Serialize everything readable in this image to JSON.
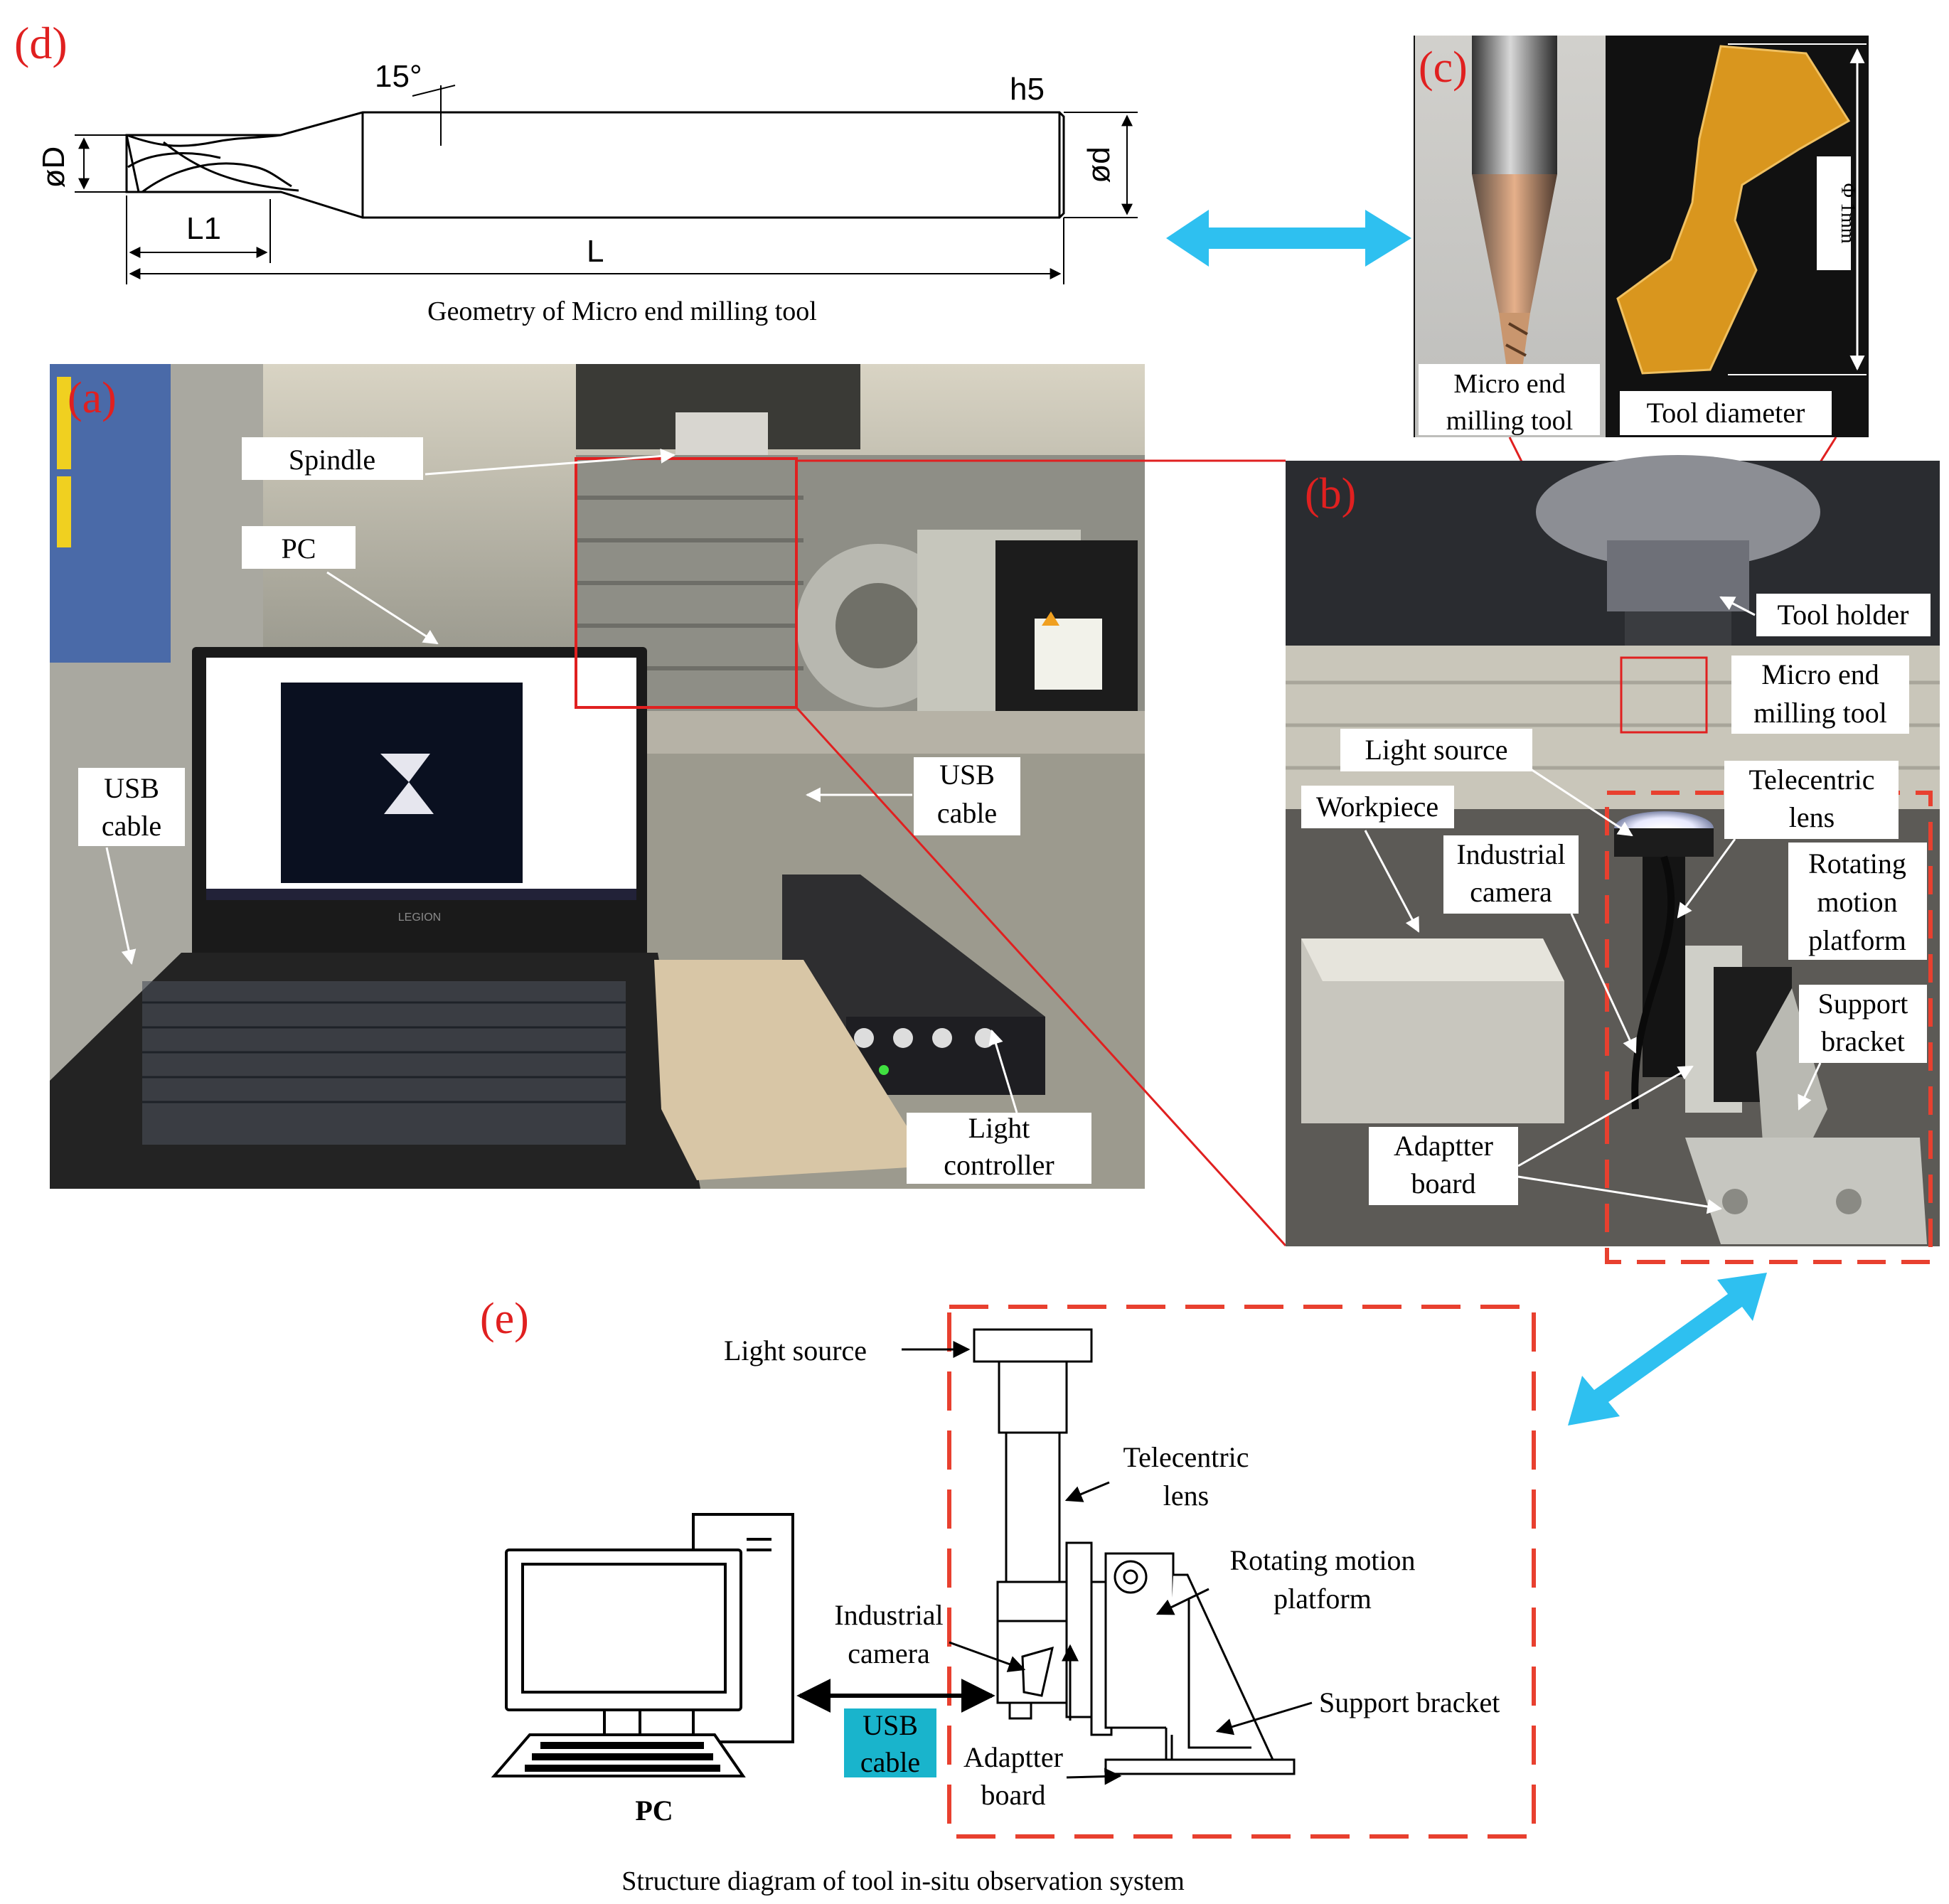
{
  "figure": {
    "panel_labels": {
      "a": "(a)",
      "b": "(b)",
      "c": "(c)",
      "d": "(d)",
      "e": "(e)"
    },
    "label_color": "#e02020",
    "arrow_color": "#2ec0f0",
    "dash_color": "#e8402f"
  },
  "panel_d": {
    "dims": {
      "angle": "15°",
      "tolerance": "h5",
      "shank_dia": "ød",
      "tip_dia": "øD",
      "flute_length": "L1",
      "total_length": "L"
    },
    "caption": "Geometry of Micro end milling tool"
  },
  "panel_c": {
    "left_label": "Micro end milling tool",
    "left_label_lines": [
      "Micro end",
      "milling tool"
    ],
    "right_label": "Tool diameter",
    "measure": "Φ 1mm"
  },
  "panel_a": {
    "labels": {
      "spindle": "Spindle",
      "pc": "PC",
      "usb_left": [
        "USB",
        "cable"
      ],
      "usb_right": [
        "USB",
        "cable"
      ],
      "light_controller": [
        "Light",
        "controller"
      ]
    },
    "laptop_brand": "LEGION"
  },
  "panel_b": {
    "labels": {
      "tool_holder": "Tool holder",
      "micro_tool": [
        "Micro end",
        "milling tool"
      ],
      "light_source": "Light source",
      "telecentric": [
        "Telecentric",
        "lens"
      ],
      "workpiece": "Workpiece",
      "industrial_camera": [
        "Industrial",
        "camera"
      ],
      "rotating": [
        "Rotating",
        "motion",
        "platform"
      ],
      "support": [
        "Support",
        "bracket"
      ],
      "adapter": [
        "Adaptter",
        "board"
      ]
    }
  },
  "panel_e": {
    "labels": {
      "light_source": "Light source",
      "telecentric": [
        "Telecentric",
        "lens"
      ],
      "rotating": [
        "Rotating motion",
        "platform"
      ],
      "industrial_camera": [
        "Industrial",
        "camera"
      ],
      "support": "Support bracket",
      "adapter": [
        "Adaptter",
        "board"
      ],
      "usb": [
        "USB",
        "cable"
      ],
      "pc": "PC"
    },
    "usb_box_color": "#19b4cc",
    "caption": "Structure diagram of tool in-situ observation system"
  }
}
